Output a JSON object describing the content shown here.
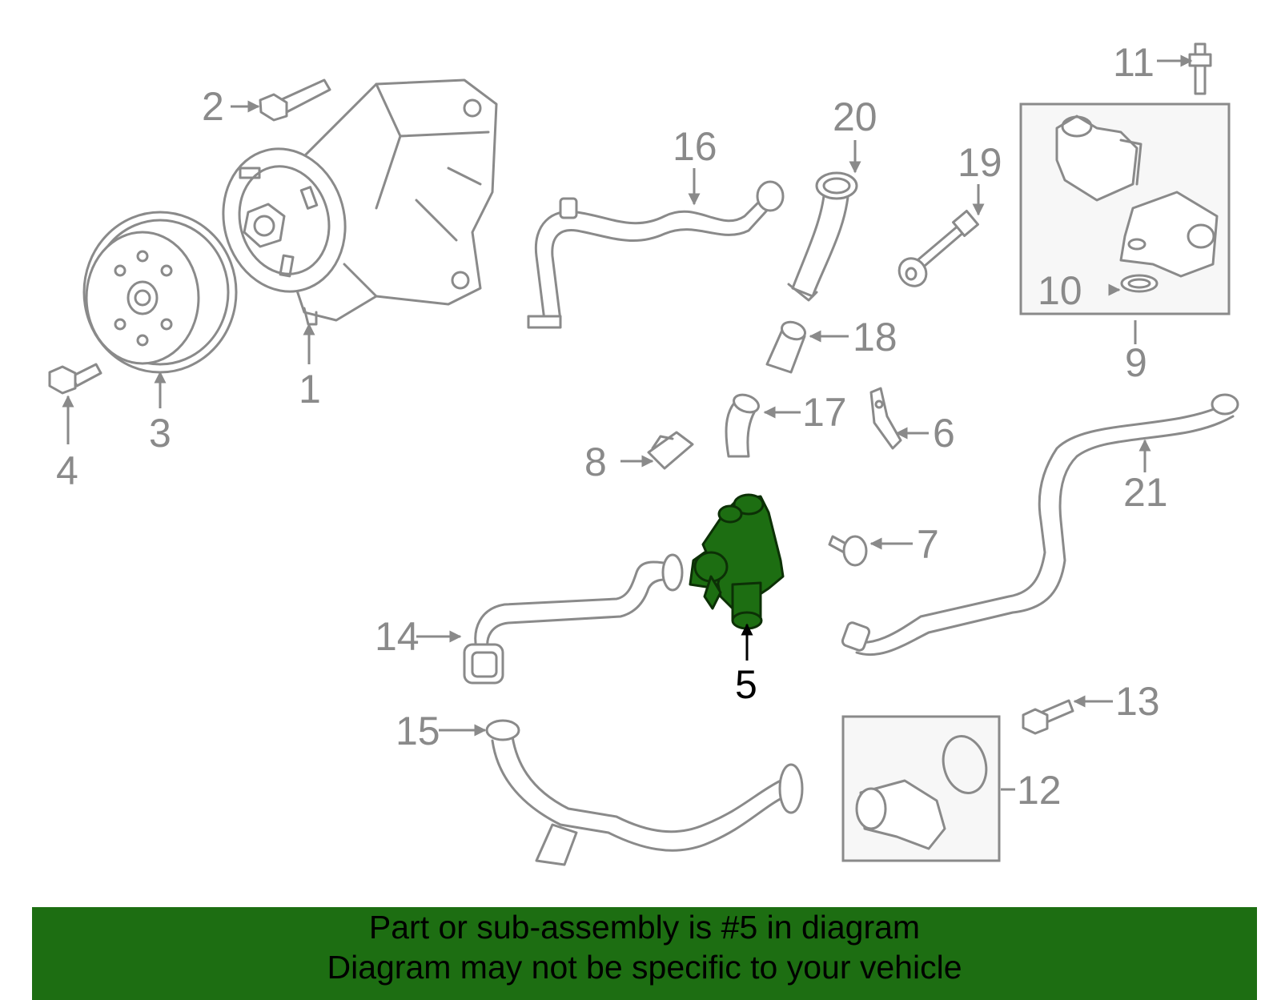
{
  "diagram": {
    "highlight_color": "#1d6e12",
    "line_color": "#8a8a8a",
    "highlighted_callout": "5",
    "callouts": [
      "1",
      "2",
      "3",
      "4",
      "5",
      "6",
      "7",
      "8",
      "9",
      "10",
      "11",
      "12",
      "13",
      "14",
      "15",
      "16",
      "17",
      "18",
      "19",
      "20",
      "21"
    ]
  },
  "banner": {
    "line1": "Part or sub-assembly is #5 in diagram",
    "line2": "Diagram may not be specific to your vehicle",
    "background": "#1d6e12"
  }
}
